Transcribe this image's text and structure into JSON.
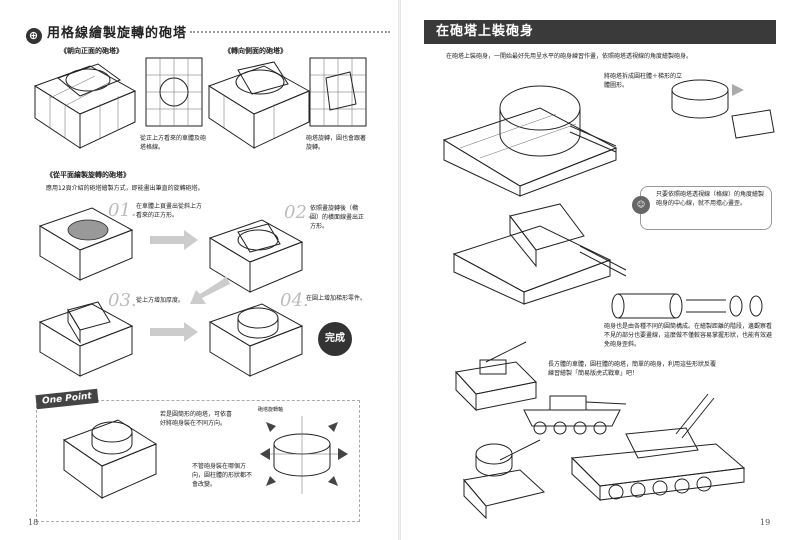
{
  "left_page": {
    "title": "用格線繪製旋轉的砲塔",
    "section1_a_label": "《朝向正面的砲塔》",
    "section1_b_label": "《轉向側面的砲塔》",
    "caption_front": "從正上方看來的車體及砲塔格線。",
    "caption_side": "砲塔旋轉，圓也會跟著旋轉。",
    "section2_label": "《從平面繪製旋轉的砲塔》",
    "section2_intro": "應用12頁介紹的砲塔繪製方式，即能畫出筆直的旋轉砲塔。",
    "steps": [
      {
        "num": "01.",
        "text": "在車體上頁畫出從斜上方看來的正方形。"
      },
      {
        "num": "02.",
        "text": "依照畫旋轉後（橢圓）的橫面線畫出正方形。"
      },
      {
        "num": "03.",
        "text": "從上方增加厚度。"
      },
      {
        "num": "04.",
        "text": "在圓上增加梯形零件。"
      }
    ],
    "done_label": "完成",
    "one_point_label": "One Point",
    "op_text_1": "若是圓筒形的砲塔，可依喜好將砲身裝在不同方向。",
    "op_diagram_label": "砲塔旋轉軸",
    "op_text_2": "不管砲身裝在哪個方向，圓柱體的形狀都不會改變。",
    "page_number": "18"
  },
  "right_page": {
    "title": "在砲塔上裝砲身",
    "intro": "在砲塔上裝砲身，一開始最好先用呈水平的砲身練習作畫，依照砲塔透視線的角度繪製砲身。",
    "note_turret": "將砲塔拆成圓柱體＋梯形的立體圖形。",
    "bubble_text": "只要依照砲塔透視線（格線）的角度繪製砲身的中心線，就不用擔心畫歪。",
    "barrel_text": "砲身也是由各種不同的圓筒構成。在繪製距離的階段，邊觀察看不見的部分也要畫線，這麼做不僅較容易掌握形狀，也能有效避免砲身歪斜。",
    "bottom_text": "長方體的車體，圓柱體的砲塔，簡單的砲身，利用這些形狀反覆練習繪製「簡易版虎式戰車」吧！",
    "page_number": "19"
  }
}
